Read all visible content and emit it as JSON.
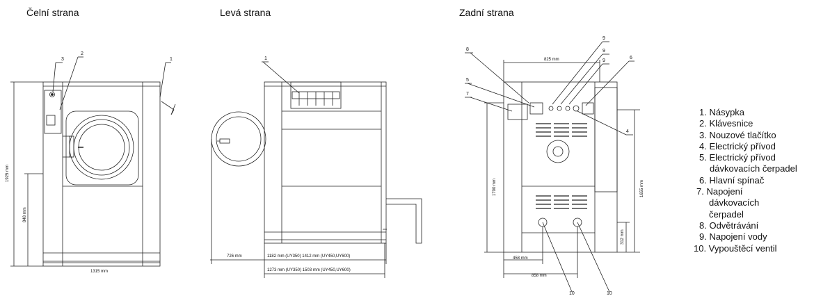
{
  "titles": {
    "front": "Čelní strana",
    "left": "Levá strana",
    "back": "Zadní strana"
  },
  "front_dims": {
    "height_total": "1925 mm",
    "height_door": "848 mm",
    "width": "1315 mm"
  },
  "left_dims": {
    "depth_machine": "1182 mm (UY350) 1412 mm (UY450,UY600)",
    "depth_total": "1273 mm (UY350) 1503 mm (UY450,UY600)",
    "door_swing": "726 mm"
  },
  "back_dims": {
    "top_width": "825 mm",
    "height_left": "1700 mm",
    "height_right": "1655 mm",
    "drain_height": "312 mm",
    "drain_1": "458 mm",
    "drain_2": "858 mm"
  },
  "callouts": {
    "c1": "1",
    "c2": "2",
    "c3": "3",
    "c4": "4",
    "c5": "5",
    "c6": "6",
    "c7": "7",
    "c8": "8",
    "c9": "9",
    "c10": "10"
  },
  "legend": [
    "1. Násypka",
    "2. Klávesnice",
    "3. Nouzové tlačítko",
    "4. Electrický přívod",
    "5. Electrický přívod",
    "dávkovacích čerpadel",
    "6. Hlavní spínač",
    "7. Napojení",
    "dávkovacích",
    "čerpadel",
    "8. Odvětrávání",
    "9. Napojení vody",
    "10. Vypouštěcí ventil"
  ]
}
